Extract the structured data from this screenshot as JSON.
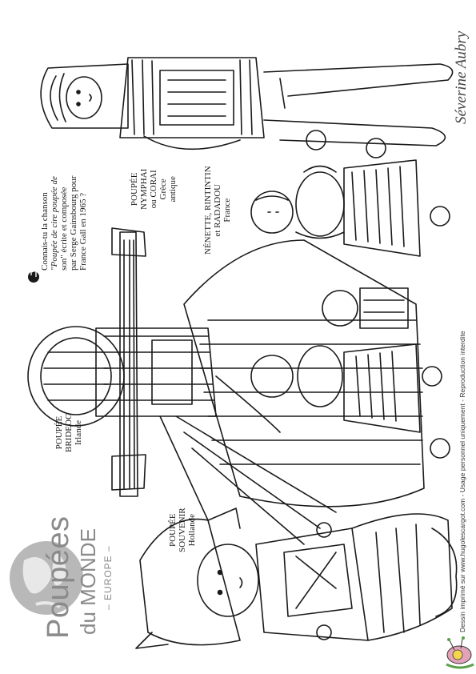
{
  "signature": "Séverine Aubry",
  "title": {
    "line1": "Poupées",
    "line2": "du MONDE",
    "line3": "– EUROPE –"
  },
  "dolls": {
    "souvenir": [
      "POUPÉE",
      "SOUVENIR",
      "Hollande"
    ],
    "brideog": [
      "POUPÉE",
      "BRIDEOG",
      "Irlande"
    ],
    "nenette": [
      "NÉNETTE, RINTINTIN",
      "et RADADOU",
      "France"
    ],
    "nymphai": [
      "POUPÉE",
      "NYMPHAI",
      "ou CORAI",
      "Grèce",
      "antique"
    ]
  },
  "song_note": [
    "Connais-tu la chanson",
    "\"Poupée de cire poupée de",
    "son\" écrite et composée",
    "par Serge Gainsbourg pour",
    "France Gall en 1965 ?"
  ],
  "footer": "Dessin imprimé sur www.hugolescargot.com - Usage personnel uniquement - Reproduction interdite",
  "icons": [
    "globe-icon",
    "music-note-icon",
    "snail-logo"
  ]
}
